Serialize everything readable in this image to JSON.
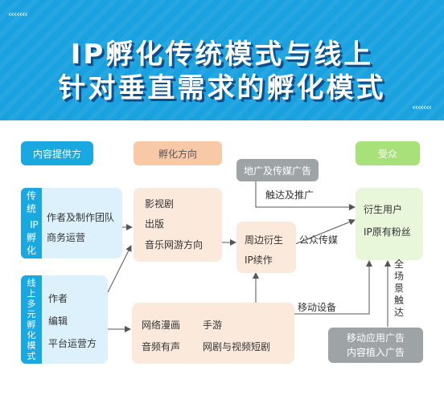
{
  "title": {
    "line1": "IP孵化传统模式与线上",
    "line2": "针对垂直需求的孵化模式"
  },
  "headers": {
    "content_provider": "内容提供方",
    "incubation_direction": "孵化方向",
    "audience": "受众"
  },
  "traditional": {
    "label": [
      "传",
      "统",
      "I",
      "P",
      "孵",
      "化"
    ],
    "items": [
      "作者及制作团队",
      "商务运营"
    ]
  },
  "online": {
    "label": [
      "线",
      "上",
      "多",
      "元",
      "孵",
      "化",
      "模",
      "式"
    ],
    "items": [
      "作者",
      "编辑",
      "平台运营方"
    ]
  },
  "traditional_directions": [
    "影视剧",
    "出版",
    "音乐网游方向"
  ],
  "online_directions": {
    "row1": [
      "网络漫画",
      "手游"
    ],
    "row2": [
      "音频有声",
      "网剧与视频短剧"
    ]
  },
  "derivative": [
    "周边衍生",
    "IP续作"
  ],
  "ground_ads": "地广及传媒广告",
  "mobile_ads": [
    "移动应用广告",
    "内容植入广告"
  ],
  "audience_items": [
    "衍生用户",
    "IP原有粉丝"
  ],
  "edge_labels": {
    "reach_promote": "触达及推广",
    "public_media": "公众传媒",
    "mobile_device": "移动设备",
    "all_scene": [
      "全",
      "场",
      "景",
      "触",
      "达"
    ]
  },
  "chevrons": "‹‹‹‹‹‹‹"
}
